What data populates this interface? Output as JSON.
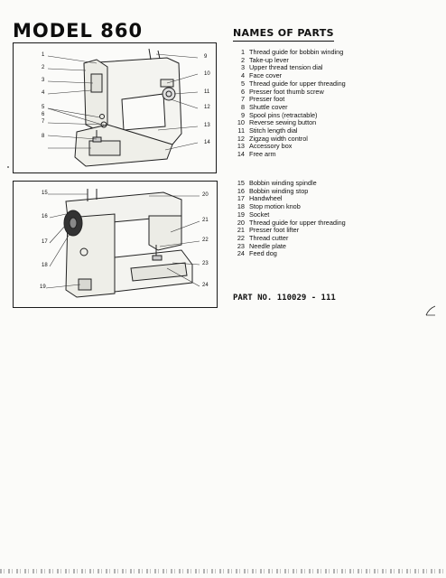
{
  "document": {
    "title": "MODEL 860",
    "section_title": "NAMES OF PARTS",
    "part_number": "PART NO. 110029 - 111"
  },
  "diagram_top": {
    "callouts": [
      "1",
      "2",
      "3",
      "4",
      "5",
      "6",
      "7",
      "8",
      "9",
      "10",
      "11",
      "12",
      "13",
      "14"
    ]
  },
  "diagram_bottom": {
    "callouts": [
      "15",
      "16",
      "17",
      "18",
      "19",
      "20",
      "21",
      "22",
      "23",
      "24"
    ]
  },
  "parts_group_1": [
    {
      "num": "1",
      "name": "Thread guide for bobbin winding"
    },
    {
      "num": "2",
      "name": "Take-up lever"
    },
    {
      "num": "3",
      "name": "Upper thread tension dial"
    },
    {
      "num": "4",
      "name": "Face cover"
    },
    {
      "num": "5",
      "name": "Thread guide for upper threading"
    },
    {
      "num": "6",
      "name": "Presser foot thumb screw"
    },
    {
      "num": "7",
      "name": "Presser foot"
    },
    {
      "num": "8",
      "name": "Shuttle cover"
    },
    {
      "num": "9",
      "name": "Spool pins (retractable)"
    },
    {
      "num": "10",
      "name": "Reverse sewing button"
    },
    {
      "num": "11",
      "name": "Stitch length dial"
    },
    {
      "num": "12",
      "name": "Zigzag width control"
    },
    {
      "num": "13",
      "name": "Accessory box"
    },
    {
      "num": "14",
      "name": "Free arm"
    }
  ],
  "parts_group_2": [
    {
      "num": "15",
      "name": "Bobbin winding spindle"
    },
    {
      "num": "16",
      "name": "Bobbin winding stop"
    },
    {
      "num": "17",
      "name": "Handwheel"
    },
    {
      "num": "18",
      "name": "Stop motion knob"
    },
    {
      "num": "19",
      "name": "Socket"
    },
    {
      "num": "20",
      "name": "Thread guide for upper threading"
    },
    {
      "num": "21",
      "name": "Presser foot lifter"
    },
    {
      "num": "22",
      "name": "Thread cutter"
    },
    {
      "num": "23",
      "name": "Needle plate"
    },
    {
      "num": "24",
      "name": "Feed dog"
    }
  ]
}
